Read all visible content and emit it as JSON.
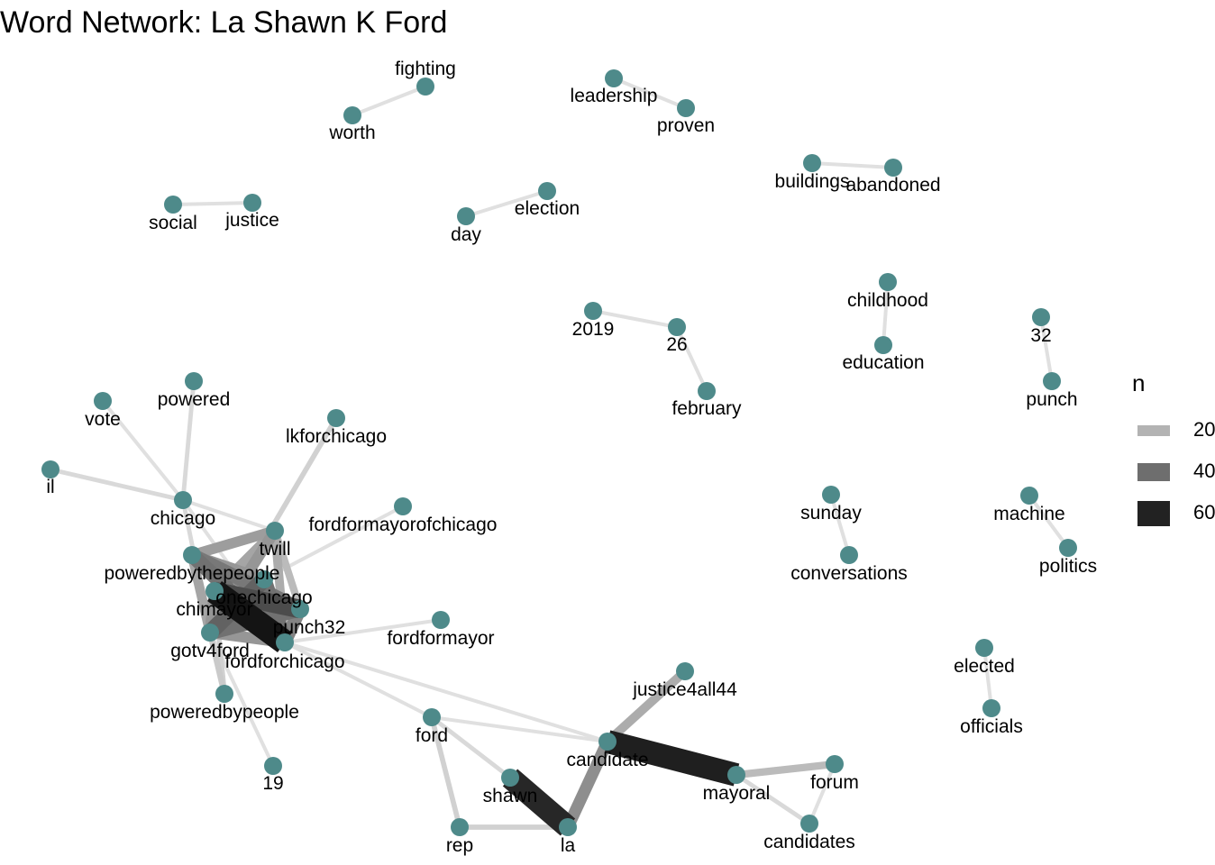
{
  "title": "Word Network: La Shawn K Ford",
  "node_color": "#4e8a8a",
  "legend": {
    "title": "n",
    "entries": [
      {
        "label": "20",
        "value": 20,
        "color": "#b3b3b3"
      },
      {
        "label": "40",
        "value": 40,
        "color": "#6e6e6e"
      },
      {
        "label": "60",
        "value": 60,
        "color": "#222222"
      }
    ]
  },
  "nodes": [
    {
      "id": "fighting",
      "label": "fighting"
    },
    {
      "id": "worth",
      "label": "worth"
    },
    {
      "id": "leadership",
      "label": "leadership"
    },
    {
      "id": "proven",
      "label": "proven"
    },
    {
      "id": "buildings",
      "label": "buildings"
    },
    {
      "id": "abandoned",
      "label": "abandoned"
    },
    {
      "id": "social",
      "label": "social"
    },
    {
      "id": "justice",
      "label": "justice"
    },
    {
      "id": "election",
      "label": "election"
    },
    {
      "id": "day",
      "label": "day"
    },
    {
      "id": "childhood",
      "label": "childhood"
    },
    {
      "id": "education",
      "label": "education"
    },
    {
      "id": "2019",
      "label": "2019"
    },
    {
      "id": "26",
      "label": "26"
    },
    {
      "id": "february",
      "label": "february"
    },
    {
      "id": "32",
      "label": "32"
    },
    {
      "id": "punch",
      "label": "punch"
    },
    {
      "id": "vote",
      "label": "vote"
    },
    {
      "id": "powered",
      "label": "powered"
    },
    {
      "id": "lkforchicago",
      "label": "lkforchicago"
    },
    {
      "id": "il",
      "label": "il"
    },
    {
      "id": "chicago",
      "label": "chicago"
    },
    {
      "id": "fordformayorofchicago",
      "label": "fordformayorofchicago"
    },
    {
      "id": "twill",
      "label": "twill"
    },
    {
      "id": "poweredbythepeople",
      "label": "poweredbythepeople"
    },
    {
      "id": "onechicago",
      "label": "onechicago"
    },
    {
      "id": "chimayor",
      "label": "chimayor"
    },
    {
      "id": "punch32",
      "label": "punch32"
    },
    {
      "id": "gotv4ford",
      "label": "gotv4ford"
    },
    {
      "id": "fordforchicago",
      "label": "fordforchicago"
    },
    {
      "id": "fordformayor",
      "label": "fordformayor"
    },
    {
      "id": "poweredbypeople",
      "label": "poweredbypeople"
    },
    {
      "id": "19",
      "label": "19"
    },
    {
      "id": "sunday",
      "label": "sunday"
    },
    {
      "id": "conversations",
      "label": "conversations"
    },
    {
      "id": "machine",
      "label": "machine"
    },
    {
      "id": "politics",
      "label": "politics"
    },
    {
      "id": "elected",
      "label": "elected"
    },
    {
      "id": "officials",
      "label": "officials"
    },
    {
      "id": "justice4all44",
      "label": "justice4all44"
    },
    {
      "id": "ford",
      "label": "ford"
    },
    {
      "id": "candidate",
      "label": "candidate"
    },
    {
      "id": "shawn",
      "label": "shawn"
    },
    {
      "id": "mayoral",
      "label": "mayoral"
    },
    {
      "id": "forum",
      "label": "forum"
    },
    {
      "id": "rep",
      "label": "rep"
    },
    {
      "id": "la",
      "label": "la"
    },
    {
      "id": "candidates",
      "label": "candidates"
    }
  ],
  "edges": [
    {
      "source": "worth",
      "target": "fighting",
      "n": 10
    },
    {
      "source": "leadership",
      "target": "proven",
      "n": 10
    },
    {
      "source": "buildings",
      "target": "abandoned",
      "n": 10
    },
    {
      "source": "social",
      "target": "justice",
      "n": 10
    },
    {
      "source": "day",
      "target": "election",
      "n": 10
    },
    {
      "source": "childhood",
      "target": "education",
      "n": 10
    },
    {
      "source": "2019",
      "target": "26",
      "n": 10
    },
    {
      "source": "26",
      "target": "february",
      "n": 10
    },
    {
      "source": "32",
      "target": "punch",
      "n": 10
    },
    {
      "source": "sunday",
      "target": "conversations",
      "n": 10
    },
    {
      "source": "machine",
      "target": "politics",
      "n": 10
    },
    {
      "source": "elected",
      "target": "officials",
      "n": 10
    },
    {
      "source": "vote",
      "target": "chicago",
      "n": 10
    },
    {
      "source": "powered",
      "target": "chicago",
      "n": 12
    },
    {
      "source": "il",
      "target": "chicago",
      "n": 12
    },
    {
      "source": "chicago",
      "target": "twill",
      "n": 10
    },
    {
      "source": "chicago",
      "target": "gotv4ford",
      "n": 12
    },
    {
      "source": "chicago",
      "target": "fordforchicago",
      "n": 10
    },
    {
      "source": "lkforchicago",
      "target": "gotv4ford",
      "n": 14
    },
    {
      "source": "fordformayorofchicago",
      "target": "onechicago",
      "n": 10
    },
    {
      "source": "poweredbythepeople",
      "target": "fordforchicago",
      "n": 40
    },
    {
      "source": "poweredbythepeople",
      "target": "punch32",
      "n": 38
    },
    {
      "source": "poweredbythepeople",
      "target": "onechicago",
      "n": 30
    },
    {
      "source": "poweredbythepeople",
      "target": "twill",
      "n": 28
    },
    {
      "source": "poweredbythepeople",
      "target": "gotv4ford",
      "n": 26
    },
    {
      "source": "twill",
      "target": "gotv4ford",
      "n": 30
    },
    {
      "source": "twill",
      "target": "chimayor",
      "n": 26
    },
    {
      "source": "twill",
      "target": "fordforchicago",
      "n": 24
    },
    {
      "source": "twill",
      "target": "punch32",
      "n": 20
    },
    {
      "source": "chimayor",
      "target": "fordforchicago",
      "n": 65
    },
    {
      "source": "chimayor",
      "target": "punch32",
      "n": 50
    },
    {
      "source": "chimayor",
      "target": "gotv4ford",
      "n": 30
    },
    {
      "source": "onechicago",
      "target": "gotv4ford",
      "n": 44
    },
    {
      "source": "onechicago",
      "target": "fordforchicago",
      "n": 40
    },
    {
      "source": "gotv4ford",
      "target": "punch32",
      "n": 40
    },
    {
      "source": "gotv4ford",
      "target": "fordforchicago",
      "n": 30
    },
    {
      "source": "punch32",
      "target": "fordforchicago",
      "n": 35
    },
    {
      "source": "poweredbypeople",
      "target": "gotv4ford",
      "n": 16
    },
    {
      "source": "poweredbypeople",
      "target": "chimayor",
      "n": 14
    },
    {
      "source": "19",
      "target": "gotv4ford",
      "n": 10
    },
    {
      "source": "fordforchicago",
      "target": "fordformayor",
      "n": 10
    },
    {
      "source": "fordforchicago",
      "target": "ford",
      "n": 10
    },
    {
      "source": "fordforchicago",
      "target": "candidate",
      "n": 10
    },
    {
      "source": "ford",
      "target": "candidate",
      "n": 10
    },
    {
      "source": "ford",
      "target": "shawn",
      "n": 12
    },
    {
      "source": "ford",
      "target": "rep",
      "n": 14
    },
    {
      "source": "rep",
      "target": "la",
      "n": 14
    },
    {
      "source": "shawn",
      "target": "la",
      "n": 60
    },
    {
      "source": "la",
      "target": "candidate",
      "n": 32
    },
    {
      "source": "candidate",
      "target": "mayoral",
      "n": 62
    },
    {
      "source": "candidate",
      "target": "justice4all44",
      "n": 24
    },
    {
      "source": "mayoral",
      "target": "forum",
      "n": 20
    },
    {
      "source": "mayoral",
      "target": "candidates",
      "n": 12
    },
    {
      "source": "forum",
      "target": "candidates",
      "n": 10
    }
  ]
}
